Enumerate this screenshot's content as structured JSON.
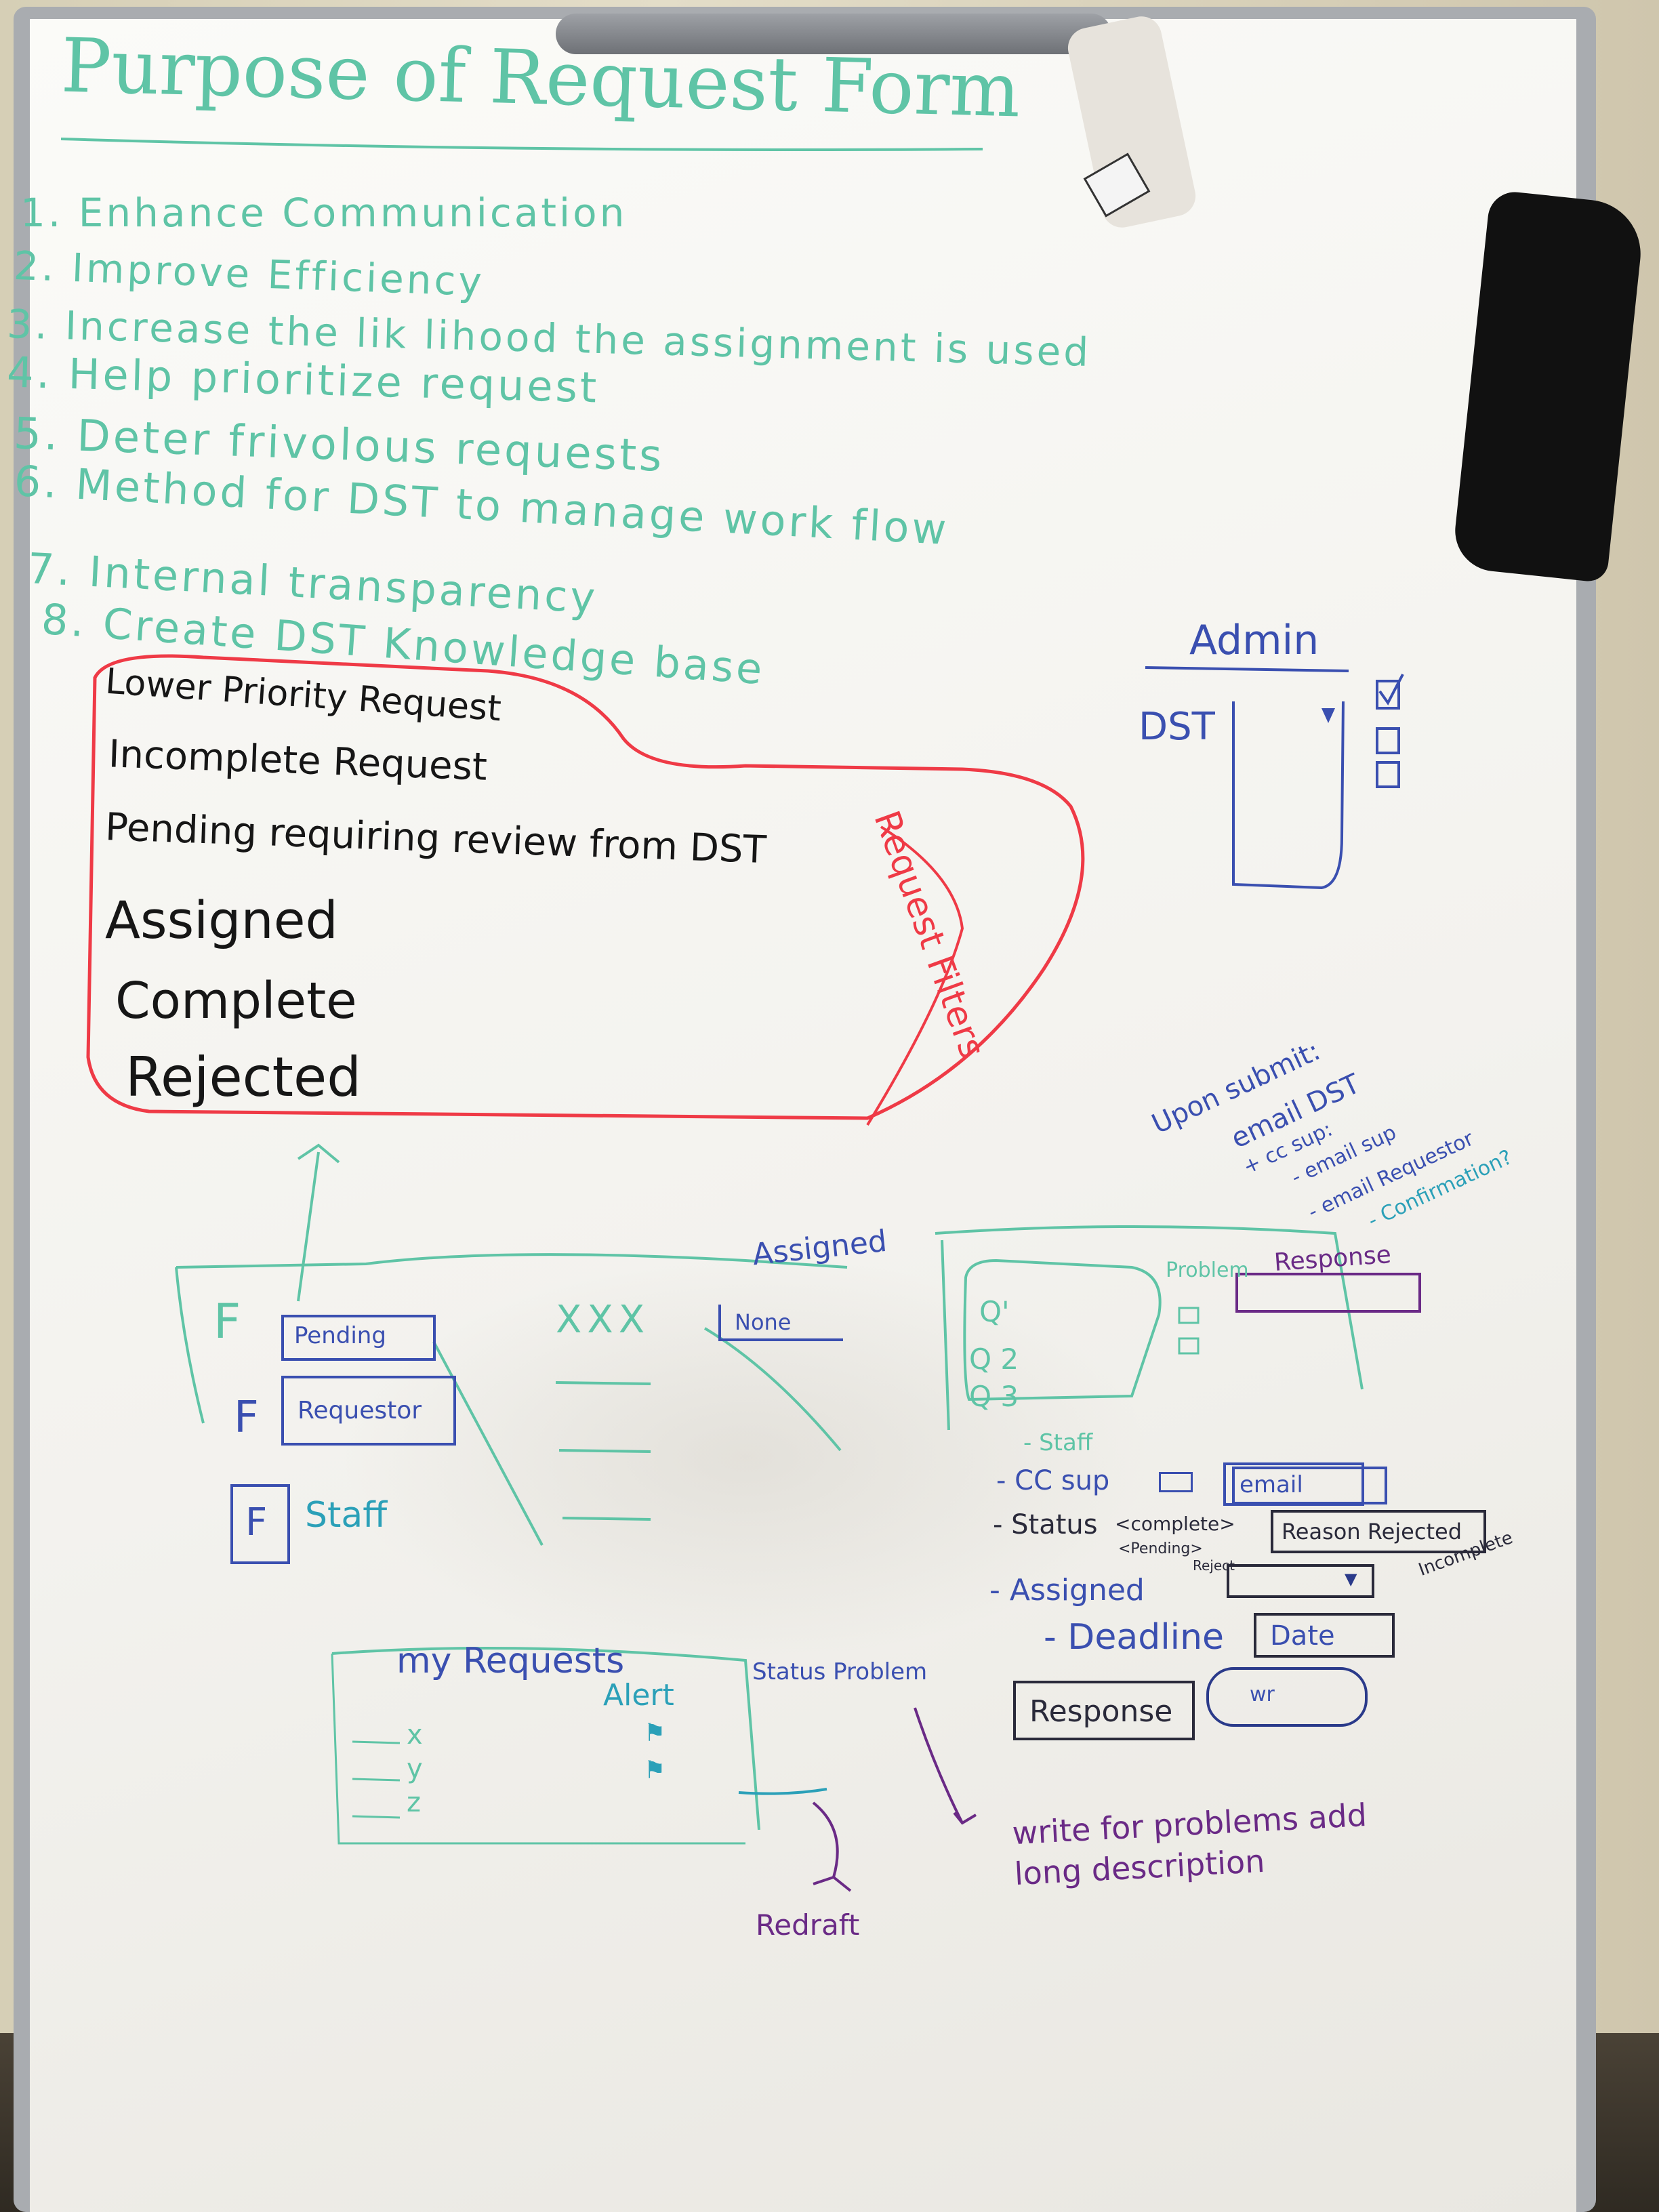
{
  "title": "Purpose of Request Form",
  "purposes": [
    "1. Enhance Communication",
    "2. Improve Efficiency",
    "3. Increase the lik lihood the assignment is used",
    "4. Help prioritize request",
    "5. Deter frivolous requests",
    "6. Method for DST to manage work flow",
    "7. Internal transparency",
    "8. Create DST Knowledge base"
  ],
  "filters": {
    "label": "Request Filters",
    "items": [
      "Lower Priority Request",
      "Incomplete Request",
      "Pending requiring review from DST",
      "Assigned",
      "Complete",
      "Rejected"
    ]
  },
  "admin": {
    "title": "Admin",
    "field_label": "DST",
    "dropdown_icon": "triangle-down-icon",
    "checkboxes": 3
  },
  "upon_submit": {
    "heading": "Upon submit:",
    "lines": [
      "email DST",
      "+ cc sup:",
      "- email sup",
      "- email Requestor",
      "- Confirmation?"
    ]
  },
  "sketch_left": {
    "f1": "F",
    "pending": "Pending",
    "f2": "F",
    "requestor": "Requestor",
    "f3": "F",
    "staff": "Staff",
    "xxx": "XXX",
    "assigned_label": "Assigned",
    "none_select": "None"
  },
  "detail": {
    "problem_label": "Problem",
    "response_label": "Response",
    "list": [
      "Q'",
      "Q 2",
      "Q 3"
    ],
    "staff": "- Staff",
    "cc_sup": "- CC sup",
    "email": "email",
    "status": "- Status",
    "status_options": "<complete>",
    "status_pending": "<Pending>",
    "status_reject": "Reject",
    "reason": "Reason Rejected",
    "incomplete": "Incomplete",
    "assigned": "- Assigned",
    "deadline": "- Deadline",
    "date": "Date",
    "response_btn": "Response",
    "wr": "wr"
  },
  "my_requests": {
    "title": "my Requests",
    "alert": "Alert",
    "rows": [
      "x",
      "y",
      "z"
    ],
    "status_problem": "Status Problem",
    "redraft": "Redraft"
  },
  "note": "write for problems add long description"
}
